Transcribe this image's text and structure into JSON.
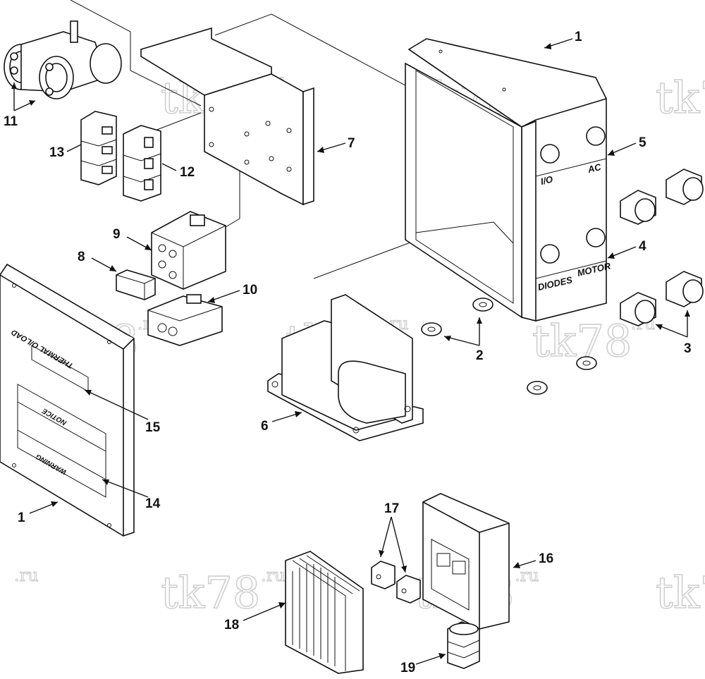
{
  "callouts": {
    "c1_top": "1",
    "c1_bottom": "1",
    "c2": "2",
    "c3": "3",
    "c4": "4",
    "c5": "5",
    "c6": "6",
    "c7": "7",
    "c8": "8",
    "c9": "9",
    "c10": "10",
    "c11": "11",
    "c12": "12",
    "c13": "13",
    "c14": "14",
    "c15": "15",
    "c16": "16",
    "c17": "17",
    "c18": "18",
    "c19": "19"
  },
  "enclosure_labels": {
    "io": "I/O",
    "ac": "AC",
    "diodes": "DIODES",
    "motor": "MOTOR"
  },
  "cover_labels": {
    "thermal": "THERMAL O/LOAD",
    "notice": "NOTICE",
    "warning": "WARNING"
  },
  "watermark": {
    "text": "tk78",
    "suffix": ".ru"
  },
  "colors": {
    "line": "#111111",
    "watermark_stroke": "#cfcfcf",
    "background": "#ffffff"
  }
}
